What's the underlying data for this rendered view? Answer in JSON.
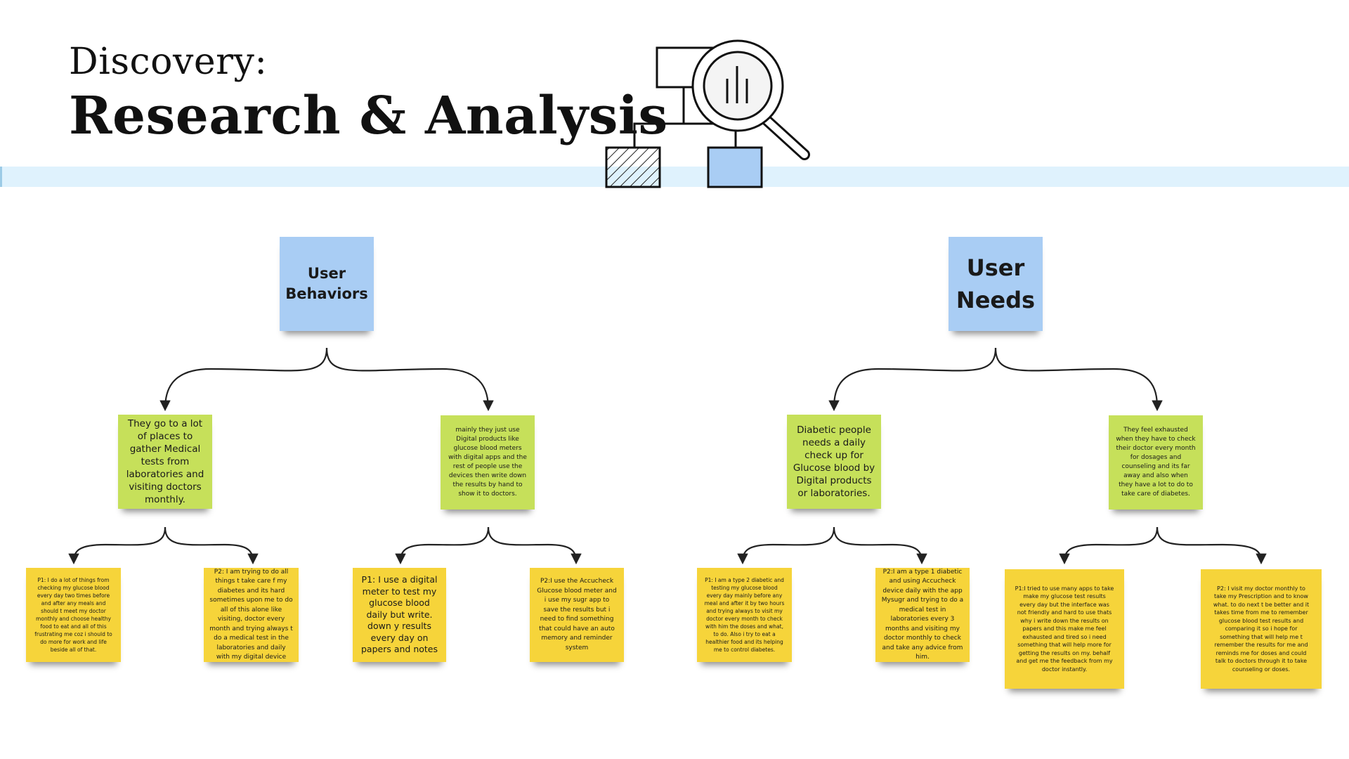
{
  "header": {
    "subtitle": "Discovery:",
    "title": "Research & Analysis"
  },
  "icons": {
    "illustration": "magnifying-glass-over-org-chart-icon"
  },
  "colors": {
    "category_note": "#a9cdf4",
    "insight_note": "#c6e05a",
    "quote_note": "#f6d43a",
    "band": "#dff2fd"
  },
  "trees": [
    {
      "root": "User Behaviors",
      "insights": [
        {
          "text": "They go to a lot of places to gather Medical tests from laboratories and visiting doctors monthly.",
          "quotes": [
            "P1: I do a lot of things from checking my glucose blood every day two times before and after any meals and should t meet my doctor monthly and choose healthy food to eat and all of this frustrating me coz i should to do more for work and life beside all of that.",
            "P2: I am trying to do all things t take care f my diabetes and its hard sometimes upon me to do all of this alone like visiting, doctor every month and trying always t do a medical test in the laboratories and daily with my digital device"
          ]
        },
        {
          "text": "mainly they just use Digital products like glucose blood meters with digital apps and the rest of people use the devices then write down the results by hand to show it to doctors.",
          "quotes": [
            "P1: I use a digital meter to test my glucose blood daily but write. down y results every day on papers and notes",
            "P2:I use the Accucheck Glucose blood meter and i use my sugr app to save the results but i need to find something that could have an auto memory and reminder system"
          ]
        }
      ]
    },
    {
      "root": "User Needs",
      "insights": [
        {
          "text": "Diabetic people needs a daily check up for Glucose blood by Digital products or laboratories.",
          "quotes": [
            "P1: I am a type 2 diabetic and testing my glucose blood every day mainly before any meal and after it by two hours and trying always to visit my doctor every month to check with him the doses and what, to do. Also i try to eat a healthier food and its helping me to control diabetes.",
            "P2:I am a type 1 diabetic and using Accucheck device daily with the app Mysugr and trying to do a medical test in laboratories every 3 months and visiting my doctor monthly to check and take any advice from him."
          ]
        },
        {
          "text": "They feel exhausted when they have to check their doctor every month for dosages and counseling and its far away and also when they have a lot to do to take care of diabetes.",
          "quotes": [
            "P1:I tried to use many apps to take make my glucose test results every day but the interface was not friendly and hard to use thats why i write down the results on papers and this make me feel exhausted and tired so i need something that will help more for getting the results on my. behalf and get me the feedback from my doctor instantly.",
            "P2: I visit my doctor monthly to take my Prescription and to know what. to do next t be better and it takes time from me to remember glucose blood test results and comparing it so i hope for something that will help me t remember the results for me and reminds me for doses and could talk to doctors through it to take counseling or doses."
          ]
        }
      ]
    }
  ]
}
